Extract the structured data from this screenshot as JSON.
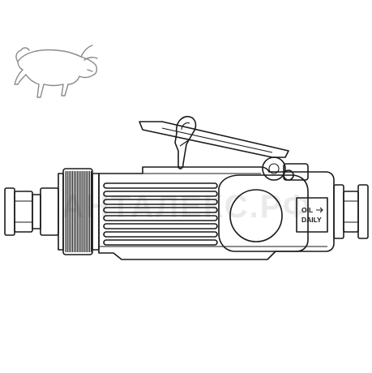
{
  "watermark": {
    "text": "АНТАЛЕКС.РФ"
  },
  "label": {
    "line1": "OIL",
    "line2": "DAILY"
  },
  "colors": {
    "line": "#1a1a1a",
    "watermark": "#d9d9d9",
    "logo": "#8a8a8a",
    "background": "#ffffff"
  }
}
